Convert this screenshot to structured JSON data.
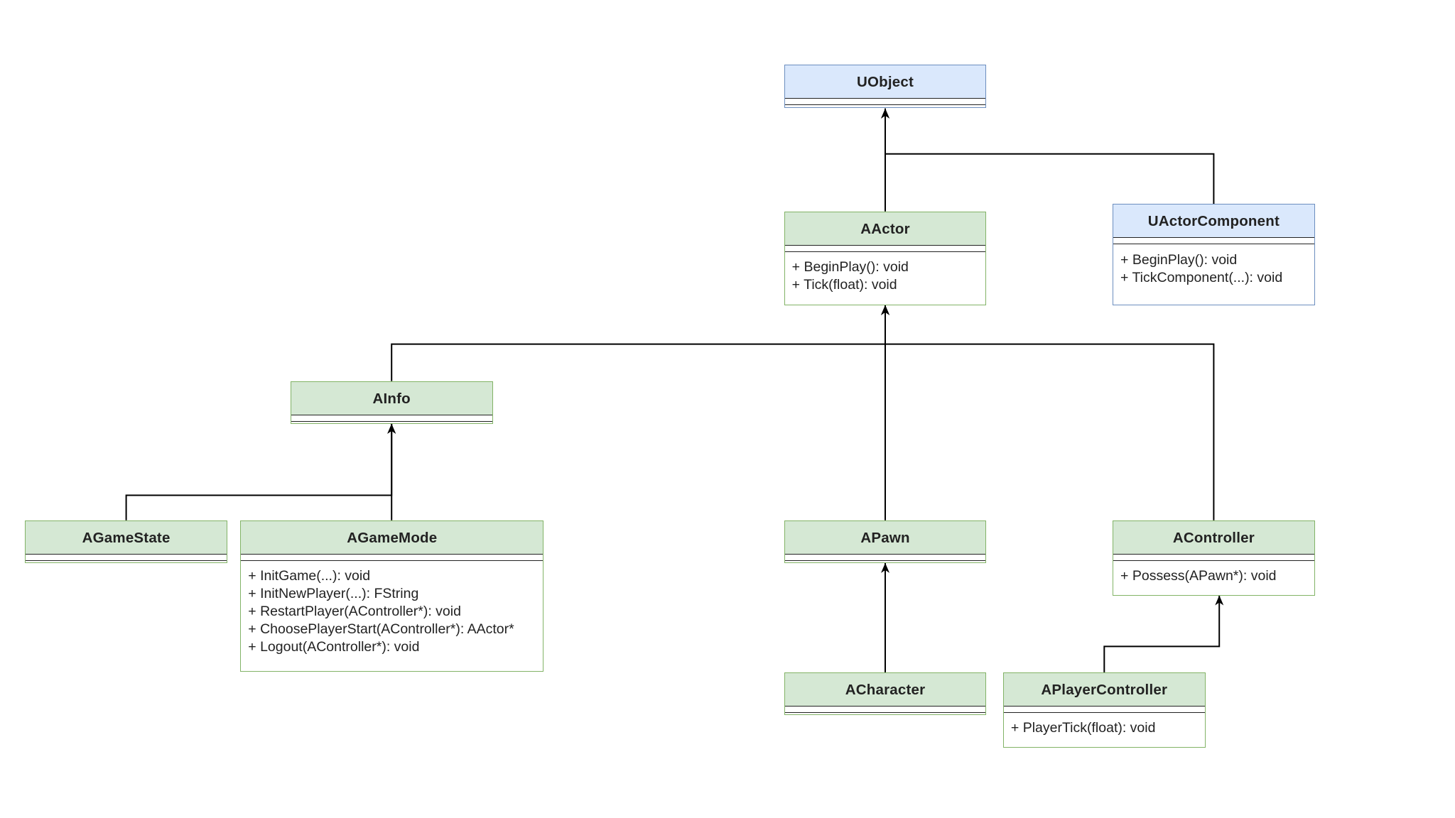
{
  "classes": {
    "uobject": {
      "name": "UObject",
      "methods": []
    },
    "aactor": {
      "name": "AActor",
      "methods": [
        "+ BeginPlay(): void",
        "+ Tick(float): void"
      ]
    },
    "uactorcomponent": {
      "name": "UActorComponent",
      "methods": [
        "+ BeginPlay(): void",
        "+ TickComponent(...): void"
      ]
    },
    "ainfo": {
      "name": "AInfo",
      "methods": []
    },
    "agamestate": {
      "name": "AGameState",
      "methods": []
    },
    "agamemode": {
      "name": "AGameMode",
      "methods": [
        "+ InitGame(...): void",
        "+ InitNewPlayer(...): FString",
        "+ RestartPlayer(AController*): void",
        "+ ChoosePlayerStart(AController*): AActor*",
        "+ Logout(AController*): void"
      ]
    },
    "apawn": {
      "name": "APawn",
      "methods": []
    },
    "acontroller": {
      "name": "AController",
      "methods": [
        "+ Possess(APawn*): void"
      ]
    },
    "acharacter": {
      "name": "ACharacter",
      "methods": []
    },
    "aplayercontroller": {
      "name": "APlayerController",
      "methods": [
        "+ PlayerTick(float): void"
      ]
    }
  },
  "inheritance": [
    {
      "child": "aactor",
      "parent": "uobject"
    },
    {
      "child": "uactorcomponent",
      "parent": "uobject"
    },
    {
      "child": "ainfo",
      "parent": "aactor"
    },
    {
      "child": "apawn",
      "parent": "aactor"
    },
    {
      "child": "acontroller",
      "parent": "aactor"
    },
    {
      "child": "agamestate",
      "parent": "ainfo"
    },
    {
      "child": "agamemode",
      "parent": "ainfo"
    },
    {
      "child": "acharacter",
      "parent": "apawn"
    },
    {
      "child": "aplayercontroller",
      "parent": "acontroller"
    }
  ],
  "colors": {
    "green_fill": "#d5e8d4",
    "green_stroke": "#82b366",
    "blue_fill": "#dae8fc",
    "blue_stroke": "#6c8ebf",
    "edge": "#000000"
  }
}
